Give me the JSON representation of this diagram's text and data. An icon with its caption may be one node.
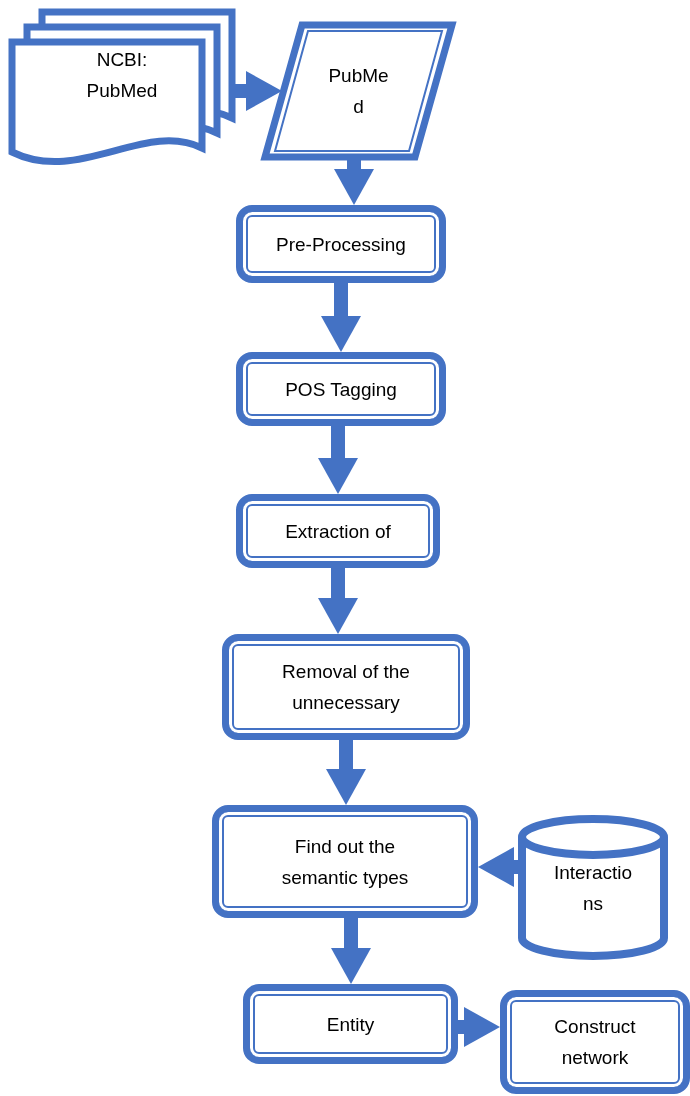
{
  "diagram": {
    "nodes": [
      {
        "text": [
          "NCBI: PubMed"
        ]
      },
      {
        "text": [
          "PubMe d"
        ]
      },
      {
        "text": [
          "Pre-Processing"
        ]
      },
      {
        "text": [
          "POS Tagging"
        ]
      },
      {
        "text": [
          "Extraction of"
        ]
      },
      {
        "text": [
          "Removal of the unnecessary"
        ]
      },
      {
        "text": [
          "Find out the semantic types"
        ]
      },
      {
        "text": [
          "Interactio ns"
        ]
      },
      {
        "text": [
          "Entity"
        ]
      },
      {
        "text": [
          "Construct network"
        ]
      }
    ],
    "edges": [
      {
        "from": 0,
        "to": 1,
        "arrow": "to"
      },
      {
        "from": 1,
        "to": 2,
        "arrow": "to"
      },
      {
        "from": 2,
        "to": 3,
        "arrow": "to"
      },
      {
        "from": 3,
        "to": 4,
        "arrow": "to"
      },
      {
        "from": 4,
        "to": 5,
        "arrow": "to"
      },
      {
        "from": 5,
        "to": 6,
        "arrow": "to"
      },
      {
        "from": 7,
        "to": 6,
        "arrow": "to"
      },
      {
        "from": 6,
        "to": 8,
        "arrow": "to"
      },
      {
        "from": 8,
        "to": 9,
        "arrow": "to"
      }
    ]
  }
}
